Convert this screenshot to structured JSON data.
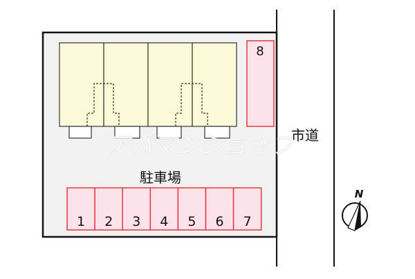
{
  "map": {
    "parking_label": "駐車場",
    "road_label": "市道",
    "north_label": "N",
    "parking_spaces": [
      "1",
      "2",
      "3",
      "4",
      "5",
      "6",
      "7"
    ],
    "extra_space": "8",
    "watermark": "アパマンショップ"
  },
  "colors": {
    "lot_fill": "#f2f2f2",
    "building_fill": "#fbfbd8",
    "parking_fill": "#fde2ec",
    "parking_stroke": "#e43a3a",
    "outline": "#111111"
  }
}
